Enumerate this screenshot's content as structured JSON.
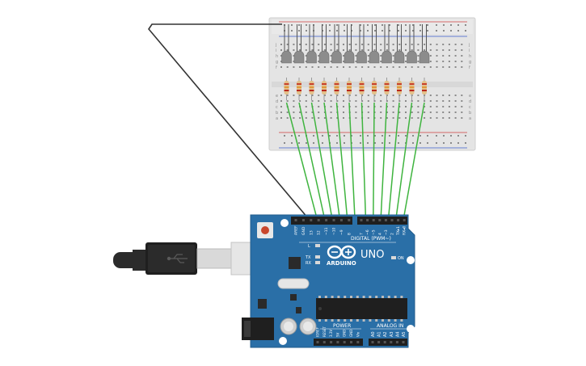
{
  "breadboard": {
    "row_letters_top": [
      "j",
      "i",
      "h",
      "g",
      "f"
    ],
    "row_letters_bottom": [
      "e",
      "d",
      "c",
      "b",
      "a"
    ],
    "column_count": 30
  },
  "leds": {
    "count": 12,
    "color": "#8c8c8c"
  },
  "resistors": {
    "count": 12,
    "band_colors": [
      "#c8402c",
      "#e09a3c",
      "#b8281c"
    ]
  },
  "wires": {
    "signal_color": "#3fb43f",
    "ground_color": "#333333",
    "count": 12
  },
  "arduino": {
    "board_color": "#2a6fa7",
    "brand": "ARDUINO",
    "model": "UNO",
    "digital_label": "DIGITAL (PWM~)",
    "power_label": "POWER",
    "analog_label": "ANALOG IN",
    "on_label": "ON",
    "l_label": "L",
    "tx_label": "TX",
    "rx_label": "RX",
    "digital_pins_left": [
      "AREF",
      "GND",
      "13",
      "12",
      "~11",
      "~10",
      "~9",
      "8"
    ],
    "digital_pins_right": [
      "7",
      "~6",
      "~5",
      "4",
      "~3",
      "2",
      "TX▸1",
      "RX◂0"
    ],
    "power_pins": [
      "IOREF",
      "RESET",
      "3.3V",
      "5V",
      "GND",
      "GND",
      "Vin"
    ],
    "analog_pins": [
      "A0",
      "A1",
      "A2",
      "A3",
      "A4",
      "A5"
    ]
  },
  "usb_cable": {
    "color": "#2b2b2b"
  }
}
